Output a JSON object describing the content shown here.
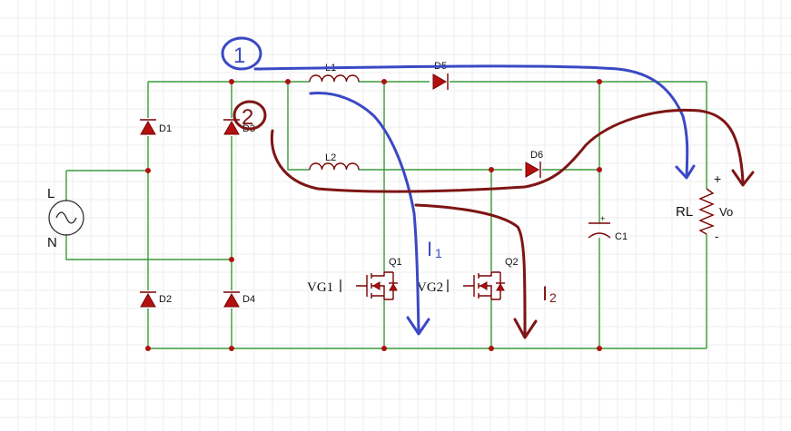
{
  "source": {
    "line": "L",
    "neutral": "N"
  },
  "diodes": {
    "d1": "D1",
    "d2": "D2",
    "d3": "D3",
    "d4": "D4",
    "d5": "D5",
    "d6": "D6"
  },
  "inductors": {
    "l1": "L1",
    "l2": "L2"
  },
  "switches": {
    "q1": "Q1",
    "q2": "Q2",
    "vg1": "VG1",
    "vg2": "VG2"
  },
  "capacitor": {
    "c1": "C1",
    "polarity": "+"
  },
  "load": {
    "rl": "RL",
    "vo": "Vo",
    "plus": "+",
    "minus": "-"
  },
  "annotations": {
    "path1_number": "1",
    "path2_number": "2",
    "i1_letter": "I",
    "i1_sub": "1",
    "i2_letter": "I",
    "i2_sub": "2"
  },
  "colors": {
    "wire": "#3a9a3a",
    "component": "#7a0000",
    "path1": "#3b49c4",
    "path2": "#7e1515"
  }
}
